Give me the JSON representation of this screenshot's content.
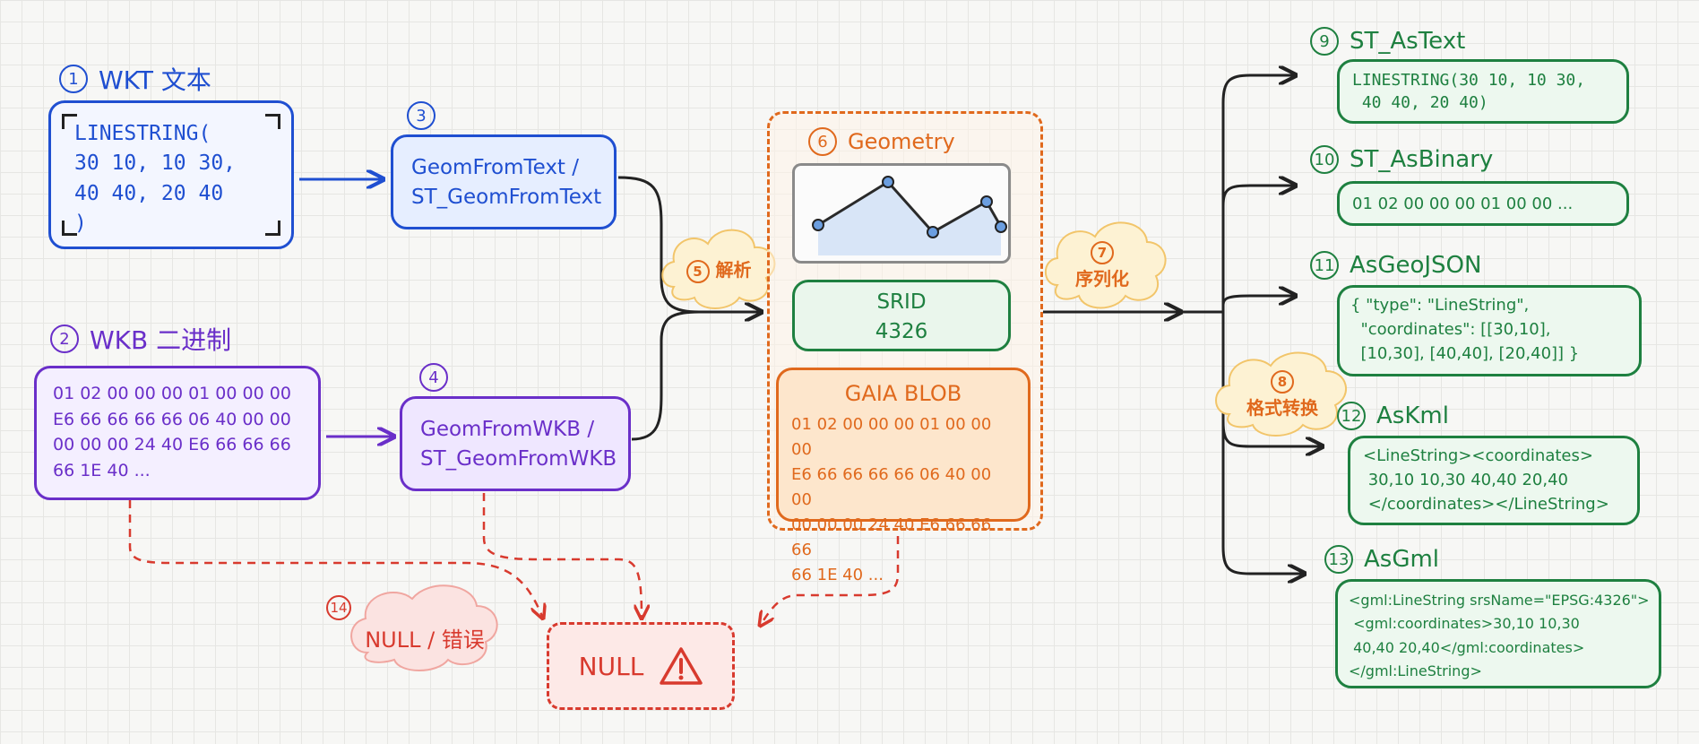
{
  "colors": {
    "wkt": "#1f4fd1",
    "wkb": "#6a2fc9",
    "geometry": "#e0691d",
    "outputs": "#1e8040",
    "error": "#d83a2e",
    "connector": "#222222"
  },
  "wkt_input": {
    "number": "1",
    "title": "WKT 文本",
    "lines": [
      "LINESTRING(",
      "30 10, 10 30,",
      "40 40, 20 40",
      ")"
    ]
  },
  "wkb_input": {
    "number": "2",
    "title": "WKB 二进制",
    "lines": [
      "01 02 00 00 00 01 00 00 00",
      "E6 66 66 66 66 06 40 00 00",
      "00 00 00 24 40 E6 66 66 66",
      "66 1E 40 ..."
    ]
  },
  "geom_from_text": {
    "number": "3",
    "lines": [
      "GeomFromText /",
      "ST_GeomFromText"
    ]
  },
  "geom_from_wkb": {
    "number": "4",
    "lines": [
      "GeomFromWKB /",
      "ST_GeomFromWKB"
    ]
  },
  "parse_step": {
    "number": "5",
    "label": "解析"
  },
  "geometry": {
    "number": "6",
    "title": "Geometry",
    "srid_label": "SRID",
    "srid_value": "4326",
    "blob_title": "GAIA BLOB",
    "blob_lines": [
      "01 02 00 00 00 01 00 00 00",
      "E6 66 66 66 66 06 40 00 00",
      "00 00 00 24 40 E6 66 66 66",
      "66 1E 40 ..."
    ]
  },
  "serialize_step": {
    "number": "7",
    "label": "序列化"
  },
  "convert_step": {
    "number": "8",
    "label": "格式转换"
  },
  "outputs": [
    {
      "number": "9",
      "name": "ST_AsText",
      "lines": [
        "LINESTRING(30 10, 10 30,",
        " 40 40, 20 40)"
      ]
    },
    {
      "number": "10",
      "name": "ST_AsBinary",
      "lines": [
        "01 02 00 00 00 01 00 00 ..."
      ]
    },
    {
      "number": "11",
      "name": "AsGeoJSON",
      "lines": [
        "{ \"type\": \"LineString\",",
        "  \"coordinates\": [[30,10],",
        "  [10,30], [40,40], [20,40]] }"
      ]
    },
    {
      "number": "12",
      "name": "AsKml",
      "lines": [
        "<LineString><coordinates>",
        " 30,10 10,30 40,40 20,40",
        " </coordinates></LineString>"
      ]
    },
    {
      "number": "13",
      "name": "AsGml",
      "lines": [
        "<gml:LineString srsName=\"EPSG:4326\">",
        " <gml:coordinates>30,10 10,30",
        " 40,40 20,40</gml:coordinates>",
        "</gml:LineString>"
      ]
    }
  ],
  "error": {
    "number": "14",
    "label": "NULL / 错误",
    "null_text": "NULL",
    "icon": "warning-icon"
  }
}
